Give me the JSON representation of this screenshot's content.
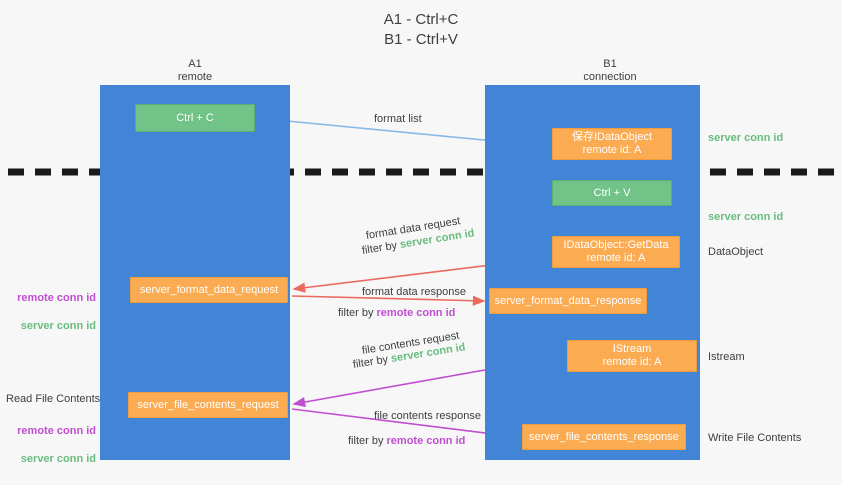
{
  "title": "A1 - Ctrl+C\nB1 - Ctrl+V",
  "lanes": {
    "a": {
      "name": "A1",
      "role": "remote",
      "header": "A1\nremote"
    },
    "b": {
      "name": "B1",
      "role": "connection",
      "header": "B1\nconnection"
    }
  },
  "boxes": {
    "ctrl_c": "Ctrl + C",
    "save_idataobject": "保存IDataObject\nremote id: A",
    "ctrl_v": "Ctrl + V",
    "getdata": "IDataObject::GetData\nremote id: A",
    "server_format_data_request": "server_format_data_request",
    "server_format_data_response": "server_format_data_response",
    "istream": "IStream\nremote id: A",
    "server_file_contents_request": "server_file_contents_request",
    "server_file_contents_response": "server_file_contents_response"
  },
  "edge_labels": {
    "format_list": "format list",
    "format_data_request": "format data request",
    "filter_by_prefix": "filter by ",
    "server_conn_id": "server conn id",
    "remote_conn_id": "remote conn id",
    "format_data_response": "format data response",
    "file_contents_request": "file contents request",
    "file_contents_response": "file contents response"
  },
  "annotations": {
    "server_conn_id_top": "server conn id",
    "server_conn_id_mid": "server conn id",
    "dataobject": "DataObject",
    "istream": "Istream",
    "write_file_contents": "Write File Contents",
    "read_file_contents": "Read File Contents",
    "remote_conn_id": "remote conn id",
    "server_conn_id": "server conn id"
  },
  "colors": {
    "lane": "#4285d6",
    "green_box": "#72c387",
    "orange_box": "#fbab51",
    "green_text": "#68bd7f",
    "purple_text": "#c04fd0",
    "red_arrow": "#ea6a5e",
    "magenta_arrow": "#c04fd0",
    "blue_arrow": "#8ab8e8",
    "black_arrow": "#000000",
    "divider": "#1a1a1a",
    "background": "#f7f7f7"
  }
}
